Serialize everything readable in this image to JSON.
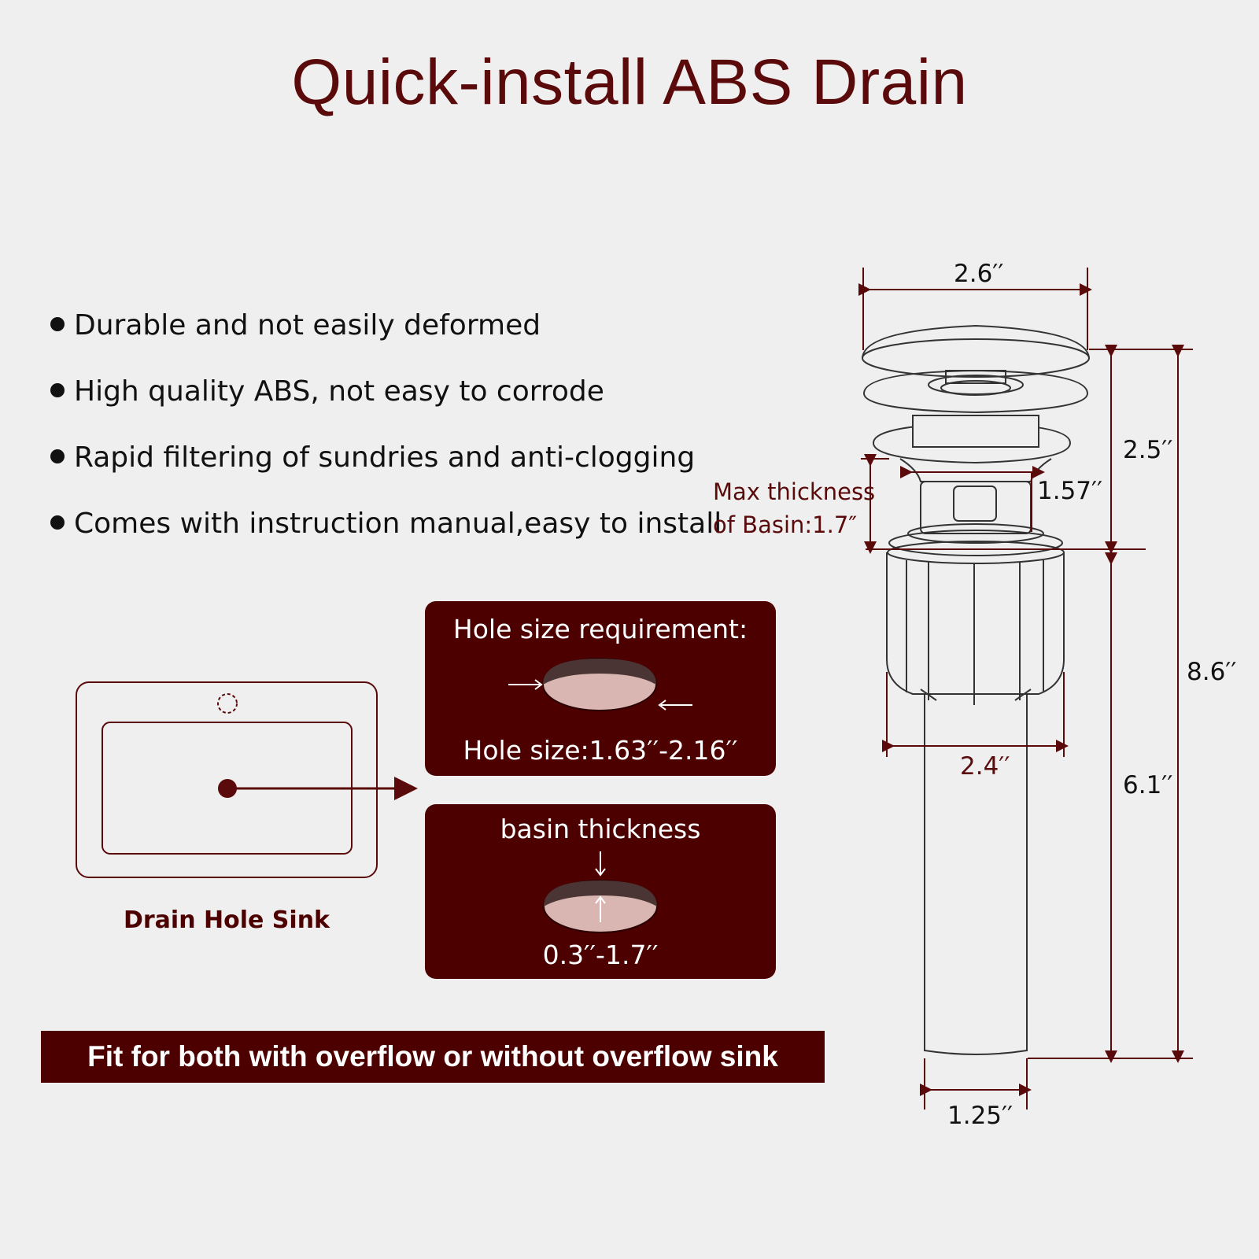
{
  "title": "Quick-install ABS Drain",
  "features": [
    "Durable and not easily deformed",
    "High quality ABS, not easy to corrode",
    "Rapid filtering of sundries and anti-clogging",
    "Comes with instruction manual,easy to install"
  ],
  "hole_panel": {
    "title": "Hole size requirement:",
    "value": "Hole size:1.63′′-2.16′′"
  },
  "basin_panel": {
    "title": "basin thickness",
    "value": "0.3′′-1.7′′"
  },
  "sink_label": "Drain Hole Sink",
  "banner": "Fit for both with overflow or without overflow sink",
  "dimensions": {
    "top_width": "2.6′′",
    "upper_height": "2.5′′",
    "collar_height": "1.57′′",
    "max_thickness_line1": "Max thickness",
    "max_thickness_line2": "of Basin:1.7″",
    "total_height": "8.6′′",
    "body_width": "2.4′′",
    "pipe_height": "6.1′′",
    "pipe_width": "1.25′′"
  },
  "colors": {
    "accent": "#4d0000",
    "title": "#5a0a0a",
    "background": "#efefef"
  }
}
